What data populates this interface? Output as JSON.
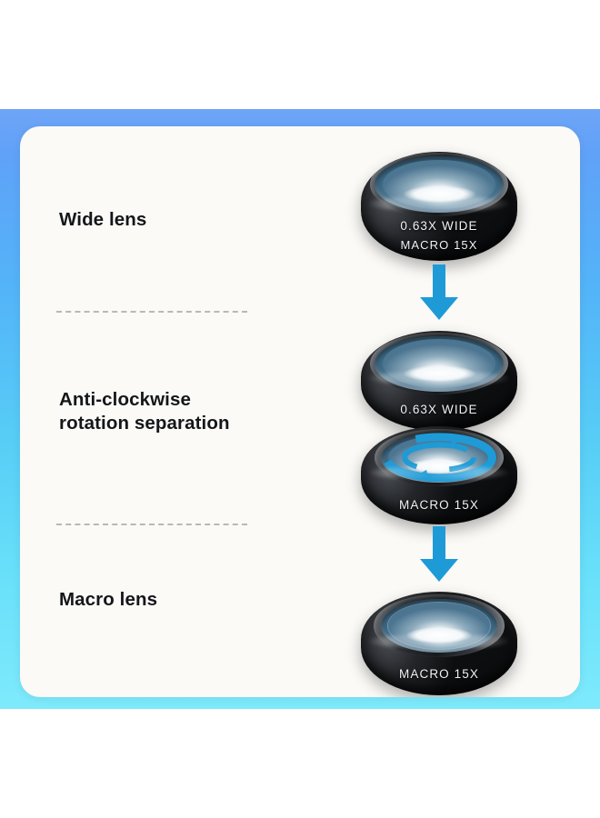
{
  "page": {
    "background_top_color": "#6ea4f7",
    "background_bottom_color": "#7eeafc",
    "card_color": "#fbfaf7",
    "accent_color": "#1e9bd7",
    "text_color": "#15161a",
    "divider_color": "#b9b8b4"
  },
  "steps": [
    {
      "id": "wide-lens",
      "label": "Wide lens",
      "lens": {
        "engraving_top": "0.63X WIDE",
        "engraving_bottom": "MACRO 15X"
      }
    },
    {
      "id": "anti-clockwise-rotation-separation",
      "label": "Anti-clockwise\nrotation separation",
      "lens_upper": {
        "engraving": "0.63X WIDE"
      },
      "lens_lower": {
        "engraving": "MACRO 15X",
        "rotation": "anti-clockwise"
      }
    },
    {
      "id": "macro-lens",
      "label": "Macro lens",
      "lens": {
        "engraving": "MACRO 15X"
      }
    }
  ],
  "arrows": {
    "direction": "down",
    "count": 2,
    "color": "#1e9bd7"
  },
  "icons": {
    "arrow_down": "arrow-down-icon",
    "rotation": "rotate-counterclockwise-icon"
  }
}
